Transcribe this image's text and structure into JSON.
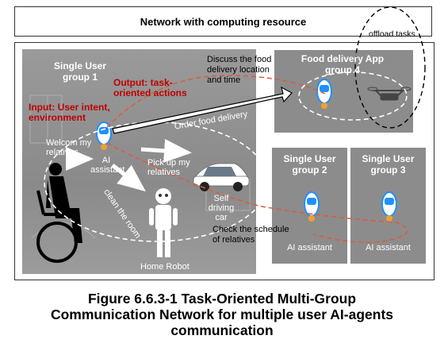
{
  "network": {
    "title": "Network with computing resource",
    "offload_label": "offload tasks"
  },
  "group1": {
    "title_line1": "Single User",
    "title_line2": "group 1",
    "output_line1": "Output: task-",
    "output_line2": "oriented actions",
    "input_line1": "Input: User intent,",
    "input_line2": "environment",
    "welcome_line1": "Welcom my",
    "welcome_line2": "relatives",
    "ai_line1": "AI",
    "ai_line2": "assistant",
    "pickup_line1": "Pick up my",
    "pickup_line2": "relatives",
    "clean_label": "clean the room",
    "order_label": "Order food delivery",
    "car_line1": "Self driving",
    "car_line2": "car",
    "robot_label": "Home Robot"
  },
  "discuss": {
    "line1": "Discuss the food",
    "line2": "delivery location",
    "line3": "and time"
  },
  "schedule": {
    "line1": "Check the schedule",
    "line2": "of relatives"
  },
  "group4": {
    "title_line1": "Food delivery App",
    "title_line2": "group 4"
  },
  "group2": {
    "title_line1": "Single User",
    "title_line2": "group 2",
    "ai_label": "AI assistant"
  },
  "group3": {
    "title_line1": "Single User",
    "title_line2": "group 3",
    "ai_label": "AI assistant"
  },
  "caption": {
    "line1": "Figure 6.6.3-1 Task-Oriented Multi-Group",
    "line2": "Communication Network for multiple user AI-agents",
    "line3": "communication"
  },
  "colors": {
    "panel": "#8c8c8c",
    "red": "#c00000",
    "dashed_red": "#e05a3a",
    "robot_blue": "#1e90ff",
    "white": "#ffffff"
  }
}
